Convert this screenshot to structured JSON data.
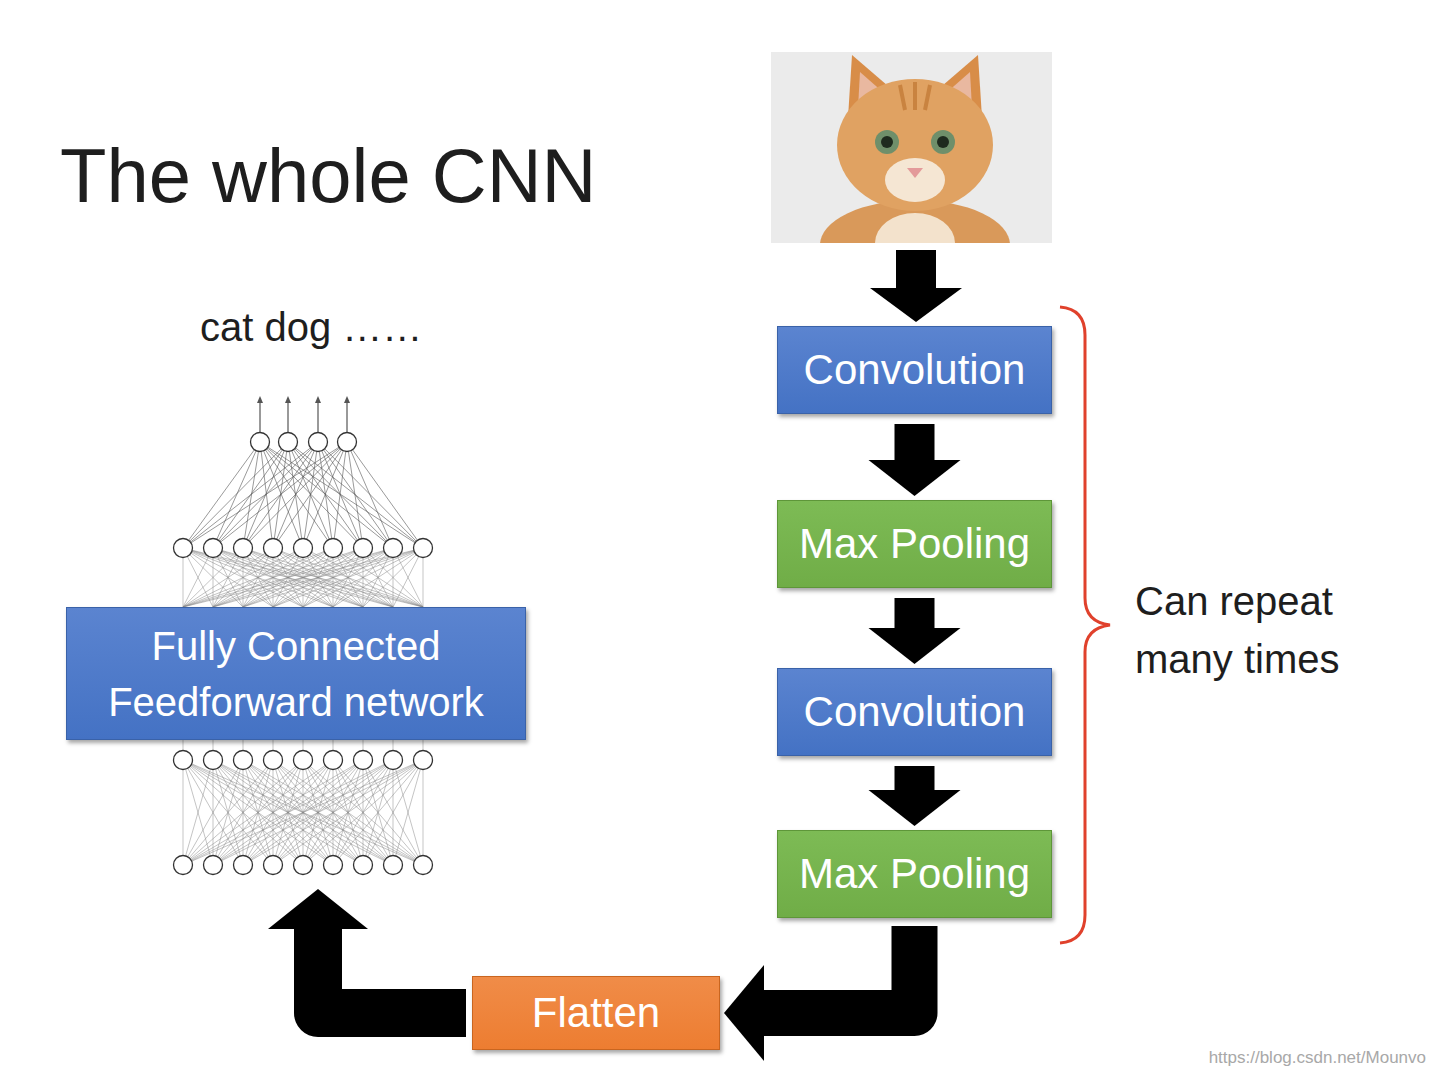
{
  "diagram": {
    "title": "The whole CNN",
    "nodes": [
      {
        "text": [
          "Convolution"
        ]
      },
      {
        "text": [
          "Max Pooling"
        ]
      },
      {
        "text": [
          "Convolution"
        ]
      },
      {
        "text": [
          "Max Pooling"
        ]
      },
      {
        "text": [
          "Flatten"
        ]
      },
      {
        "text": [
          "Fully Connected Feedforward network"
        ]
      }
    ],
    "edges": [
      {
        "from": 0,
        "to": 1,
        "arrow": "to"
      },
      {
        "from": 1,
        "to": 2,
        "arrow": "to"
      },
      {
        "from": 2,
        "to": 3,
        "arrow": "to"
      },
      {
        "from": 3,
        "to": 4,
        "arrow": "to"
      },
      {
        "from": 4,
        "to": 5,
        "arrow": "to"
      }
    ],
    "labels": [
      "cat dog ……",
      "Can repeat many times",
      "https://blog.csdn.net/Mounvo"
    ]
  }
}
